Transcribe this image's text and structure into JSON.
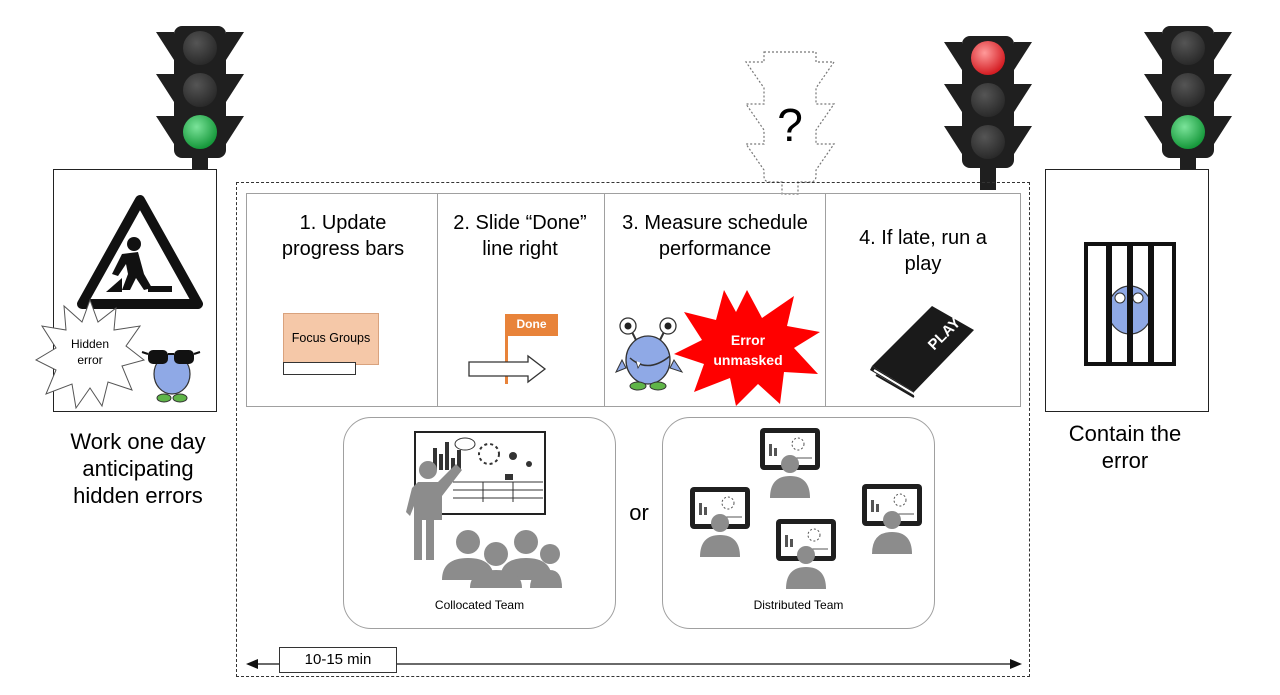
{
  "left_panel": {
    "bubble_text": "Hidden error",
    "caption": "Work one day anticipating hidden errors",
    "light": "green"
  },
  "right_panel": {
    "caption": "Contain the error",
    "light": "green"
  },
  "question_light": {
    "symbol": "?"
  },
  "middle_light": {
    "light": "red"
  },
  "steps": [
    {
      "label": "1.  Update progress bars",
      "card": "Focus Groups"
    },
    {
      "label": "2.  Slide “Done” line right",
      "flag": "Done"
    },
    {
      "label": "3.  Measure schedule performance",
      "burst": "Error unmasked"
    },
    {
      "label": "4.  If late, run a play",
      "book": "PLAYS"
    }
  ],
  "teams": {
    "collocated": "Collocated Team",
    "or": "or",
    "distributed": "Distributed Team"
  },
  "duration": "10-15 min",
  "colors": {
    "green_light": "#2bb24c",
    "red_light": "#e8242a",
    "flag": "#e8833a",
    "burst": "#ff0000",
    "monster": "#8fa9e6",
    "sticky": "#f5c8a8",
    "person": "#8c8c8c"
  }
}
